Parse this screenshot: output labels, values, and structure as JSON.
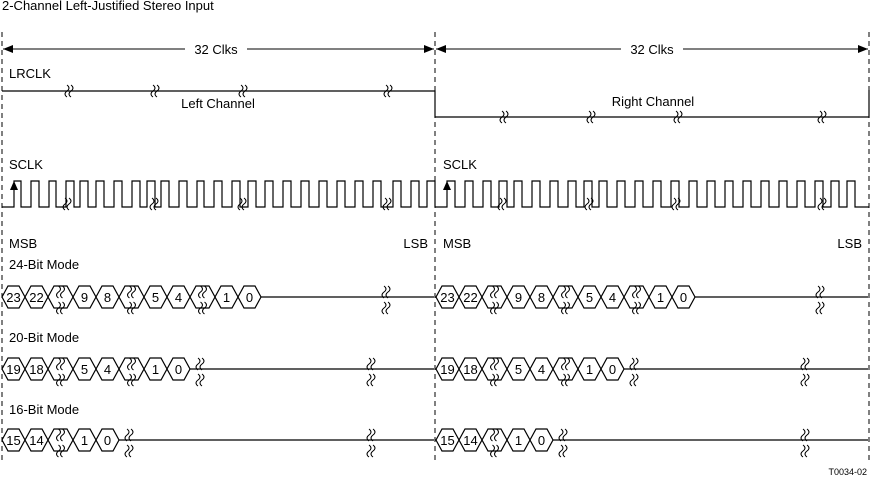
{
  "title": "2-Channel Left-Justified Stereo Input",
  "dimension_label": "32 Clks",
  "signals": {
    "lrclk": "LRCLK",
    "sclk": "SCLK",
    "left_channel": "Left Channel",
    "right_channel": "Right Channel"
  },
  "bit_labels": {
    "msb": "MSB",
    "lsb": "LSB"
  },
  "modes": [
    {
      "name": "24-Bit Mode",
      "groups": [
        [
          "23",
          "22"
        ],
        [
          "9",
          "8"
        ],
        [
          "5",
          "4"
        ],
        [
          "1",
          "0"
        ]
      ]
    },
    {
      "name": "20-Bit Mode",
      "groups": [
        [
          "19",
          "18"
        ],
        [
          "5",
          "4"
        ],
        [
          "1",
          "0"
        ]
      ]
    },
    {
      "name": "16-Bit Mode",
      "groups": [
        [
          "15",
          "14"
        ],
        [
          "1",
          "0"
        ]
      ]
    }
  ],
  "figure_id": "T0034-02"
}
